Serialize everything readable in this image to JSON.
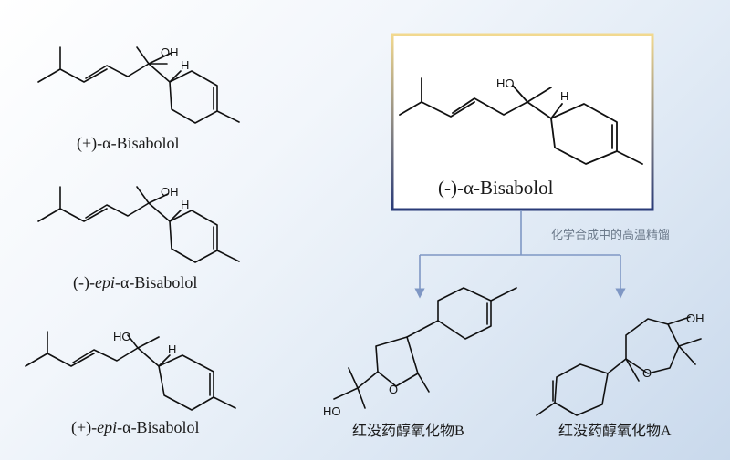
{
  "structures": {
    "plus_alpha": "(+)-α-Bisabolol",
    "minus_epi_prefix": "(-)-",
    "minus_epi_italic": "epi",
    "minus_epi_suffix": "-α-Bisabolol",
    "plus_epi_prefix": "(+)-",
    "plus_epi_italic": "epi",
    "plus_epi_suffix": "-α-Bisabolol",
    "highlight": "(-)-α-Bisabolol"
  },
  "arrow_note": "化学合成中的高温精馏",
  "products": {
    "oxide_b": "红没药醇氧化物B",
    "oxide_a": "红没药醇氧化物A"
  },
  "atoms": {
    "hydroxyl": "OH",
    "hydroxyl_left": "HO",
    "hydrogen": "H",
    "oxygen": "O"
  },
  "colors": {
    "box_border_top": "#f0d58a",
    "box_border_bottom": "#2c3d7a",
    "arrow": "#7f97c4"
  }
}
